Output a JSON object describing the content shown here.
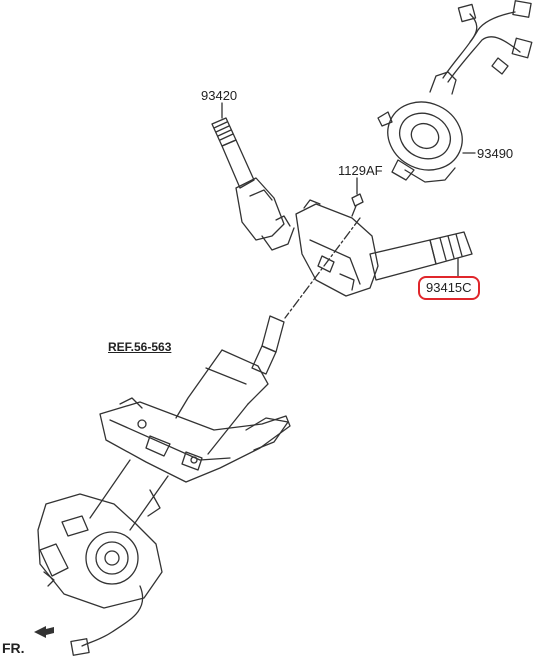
{
  "colors": {
    "line": "#333333",
    "highlight": "#e0262b",
    "background": "#ffffff"
  },
  "labels": {
    "part_93420": "93420",
    "part_1129af": "1129AF",
    "part_93490": "93490",
    "part_93415c": "93415C",
    "ref": "REF.56-563",
    "front": "FR."
  },
  "highlighted_part": "93415C"
}
